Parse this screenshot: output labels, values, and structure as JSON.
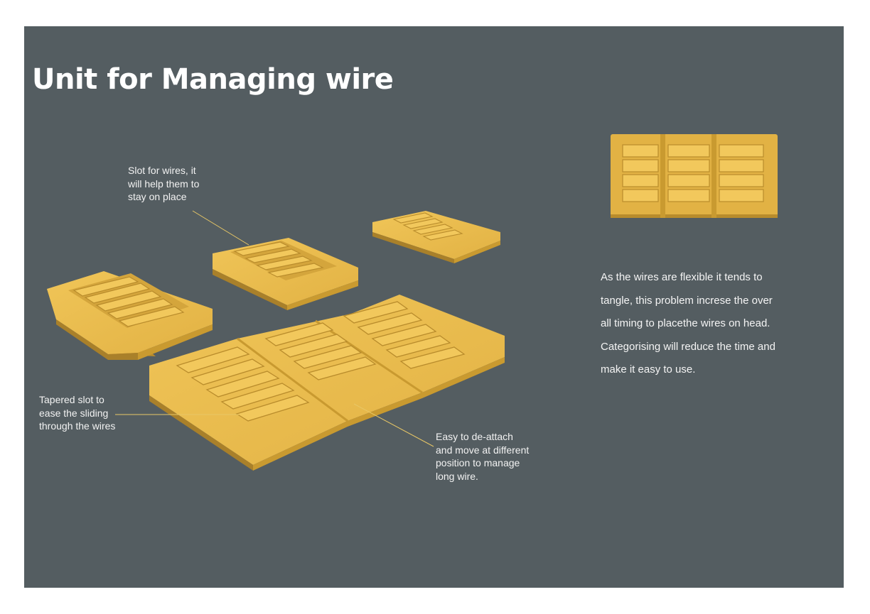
{
  "title": "Unit for Managing wire",
  "callouts": {
    "slot": [
      "Slot for wires, it",
      "will help them to",
      "stay on place"
    ],
    "tapered": [
      "Tapered slot to",
      "ease the sliding",
      "through the wires"
    ],
    "detach": [
      "Easy to de-attach",
      "and move at different",
      "position to manage",
      "long wire."
    ]
  },
  "description": [
    "As the wires are flexible it tends to",
    "tangle, this problem increse the over",
    "all timing to placethe wires on head.",
    "Categorising will reduce the time and",
    "make it easy to use."
  ],
  "colors": {
    "background": "#545d61",
    "unit_face": "#e8b94a",
    "unit_side": "#c99a30",
    "unit_shadow": "#a9802a",
    "callout_line": "#e8c766",
    "text": "#ffffff"
  }
}
